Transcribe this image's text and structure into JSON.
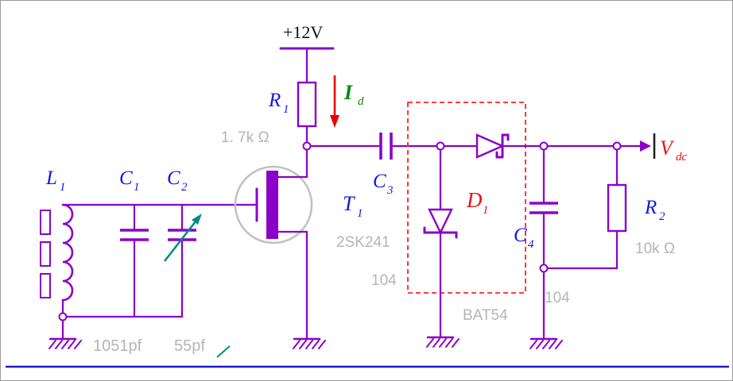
{
  "title": "oscillator-detector-circuit-schematic",
  "colors": {
    "wire_purple": "#8b00c8",
    "label_blue": "#1515e6",
    "label_red": "#ee1111",
    "current_green": "#008800",
    "value_gray": "#b5b5b5",
    "dashed_box_red": "#ff2222",
    "variable_arrow_teal": "#008b8b",
    "sheet_frame_blue": "#1a1acc"
  },
  "labels": {
    "power": "+12V",
    "L1": {
      "m": "L",
      "s": "1"
    },
    "C1": {
      "m": "C",
      "s": "1"
    },
    "C2": {
      "m": "C",
      "s": "2"
    },
    "R1": {
      "m": "R",
      "s": "1"
    },
    "T1": {
      "m": "T",
      "s": "1"
    },
    "C3": {
      "m": "C",
      "s": "3"
    },
    "D1": {
      "m": "D",
      "s": "1"
    },
    "C4": {
      "m": "C",
      "s": "4"
    },
    "R2": {
      "m": "R",
      "s": "2"
    },
    "Id": {
      "m": "I",
      "s": "d"
    },
    "Vdc": {
      "m": "V",
      "s": "dc"
    }
  },
  "values": {
    "R1": "1. 7k Ω",
    "C1": "1051pf",
    "C2": "55pf",
    "T1": "2SK241",
    "C3": "104",
    "C4": "104",
    "D1": "BAT54",
    "R2": "10k Ω"
  }
}
